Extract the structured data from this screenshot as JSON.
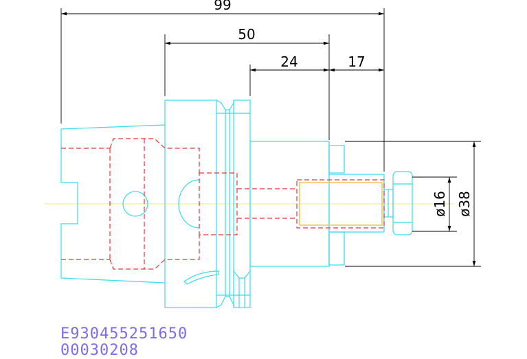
{
  "dimensions": {
    "overall_length": "99",
    "flange_to_tip": "50",
    "body_length": "24",
    "projection": "17",
    "inner_diameter": "ø16",
    "outer_diameter": "ø38"
  },
  "codes": {
    "part_number": "E930455251650",
    "order_code": "00030208"
  },
  "colors": {
    "outline": "#33ddee",
    "hidden": "#ee3333",
    "centerline": "#f2f25a",
    "dimension": "#000000",
    "code_text": "#7b6cf0",
    "insert": "#f0c060"
  }
}
